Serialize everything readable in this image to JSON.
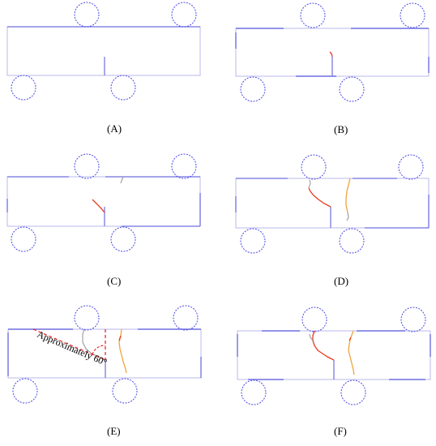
{
  "figure": {
    "panels": [
      {
        "id": "A",
        "label": "(A)"
      },
      {
        "id": "B",
        "label": "(B)"
      },
      {
        "id": "C",
        "label": "(C)"
      },
      {
        "id": "D",
        "label": "(D)"
      },
      {
        "id": "E",
        "label": "(E)"
      },
      {
        "id": "F",
        "label": "(F)"
      }
    ],
    "annotation_E": "Approximately 60°"
  },
  "colors": {
    "beam": "#6f6fe0",
    "roller": "#4a4ae6",
    "crack_red": "#e83a1f",
    "crack_orange": "#f0a43a",
    "crack_gray": "#9a9a9a",
    "dashed": "#e31a1c"
  }
}
